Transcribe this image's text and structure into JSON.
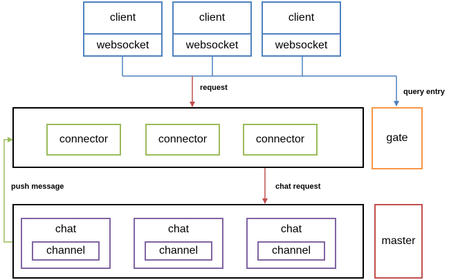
{
  "colors": {
    "client_border": "#4f81bd",
    "connector_border": "#9bbb59",
    "chat_border": "#8064a2",
    "gate_border": "#f79646",
    "master_border": "#c0504d",
    "request_arrow": "#c0504d",
    "query_arrow": "#4f81bd",
    "push_arrow": "#9bbb59"
  },
  "clients": [
    {
      "title": "client",
      "sub": "websocket"
    },
    {
      "title": "client",
      "sub": "websocket"
    },
    {
      "title": "client",
      "sub": "websocket"
    }
  ],
  "connectors": [
    "connector",
    "connector",
    "connector"
  ],
  "chats": [
    {
      "title": "chat",
      "sub": "channel"
    },
    {
      "title": "chat",
      "sub": "channel"
    },
    {
      "title": "chat",
      "sub": "channel"
    }
  ],
  "gate": "gate",
  "master": "master",
  "edges": {
    "request": "request",
    "query_entry": "query entry",
    "chat_request": "chat request",
    "push_message": "push message"
  }
}
